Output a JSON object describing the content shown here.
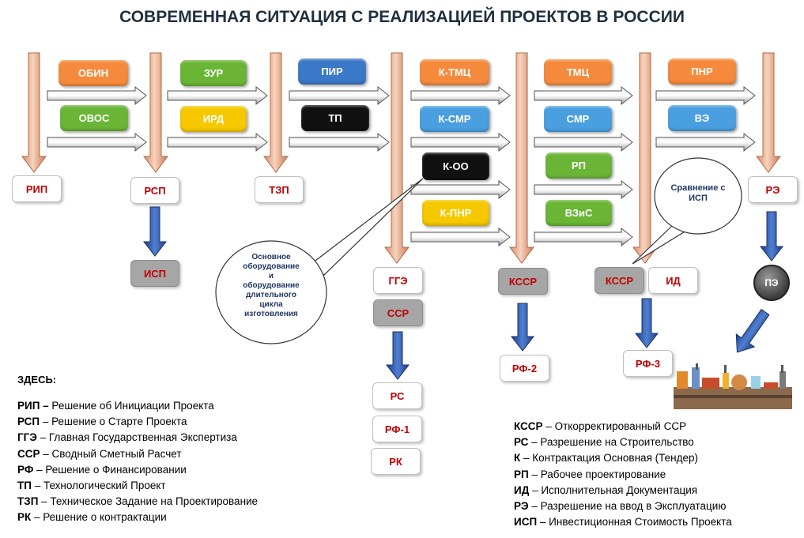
{
  "title": "СОВРЕМЕННАЯ СИТУАЦИЯ С РЕАЛИЗАЦИЕЙ ПРОЕКТОВ В РОССИИ",
  "colors": {
    "orange": "#f58a3c",
    "green": "#6ab536",
    "yellow": "#f5c800",
    "blue": "#3a78c8",
    "black": "#111111",
    "lightblue": "#4a9fe0",
    "label_red": "#c00000",
    "title": "#1f2f3f"
  },
  "stages": {
    "rip": "РИП",
    "rsp": "РСП",
    "tzp": "ТЗП",
    "gge": "ГГЭ",
    "ssr": "ССР",
    "kssr1": "КССР",
    "kssr2": "КССР",
    "id": "ИД",
    "re": "РЭ",
    "isp": "ИСП",
    "rs": "РС",
    "rf1": "РФ-1",
    "rk": "РК",
    "rf2": "РФ-2",
    "rf3": "РФ-3",
    "pe": "ПЭ"
  },
  "processes": {
    "obin": "ОБИН",
    "ovos": "ОВОС",
    "zur": "ЗУР",
    "ird": "ИРД",
    "pir": "ПИР",
    "tp": "ТП",
    "k_tmc": "К-ТМЦ",
    "k_smr": "К-СМР",
    "k_oo": "К-ОО",
    "k_pnr": "К-ПНР",
    "tmc": "ТМЦ",
    "smr": "СМР",
    "rp": "РП",
    "vzis": "ВЗиС",
    "pnr": "ПНР",
    "ve": "ВЭ"
  },
  "callouts": {
    "equipment": "Основное оборудование и оборудование длительного цикла изготовления",
    "comparison": "Сравнение с ИСП"
  },
  "legend": {
    "heading": "ЗДЕСЬ:",
    "left": [
      {
        "abbr": "РИП –",
        "text": " Решение об Инициации Проекта"
      },
      {
        "abbr": "РСП",
        "text": " – Решение о Старте Проекта"
      },
      {
        "abbr": "ГГЭ",
        "text": " – Главная Государственная Экспертиза"
      },
      {
        "abbr": "ССР",
        "text": " – Сводный Сметный Расчет"
      },
      {
        "abbr": "РФ",
        "text": " – Решение о Финансировании"
      },
      {
        "abbr": "ТП",
        "text": " – Технологический Проект"
      },
      {
        "abbr": "ТЗП",
        "text": " – Техническое Задание на Проектирование"
      },
      {
        "abbr": "РК",
        "text": " – Решение о контрактации"
      }
    ],
    "right": [
      {
        "abbr": "КССР",
        "text": " – Откорректированный ССР"
      },
      {
        "abbr": "РС",
        "text": " – Разрешение на Строительство"
      },
      {
        "abbr": "К",
        "text": " –  Контрактация Основная (Тендер)"
      },
      {
        "abbr": "РП",
        "text": " – Рабочее проектирование"
      },
      {
        "abbr": "ИД",
        "text": " – Исполнительная Документация"
      },
      {
        "abbr": "РЭ",
        "text": " – Разрешение на ввод в Эксплуатацию"
      },
      {
        "abbr": "ИСП",
        "text": " – Инвестиционная Стоимость Проекта"
      }
    ]
  }
}
